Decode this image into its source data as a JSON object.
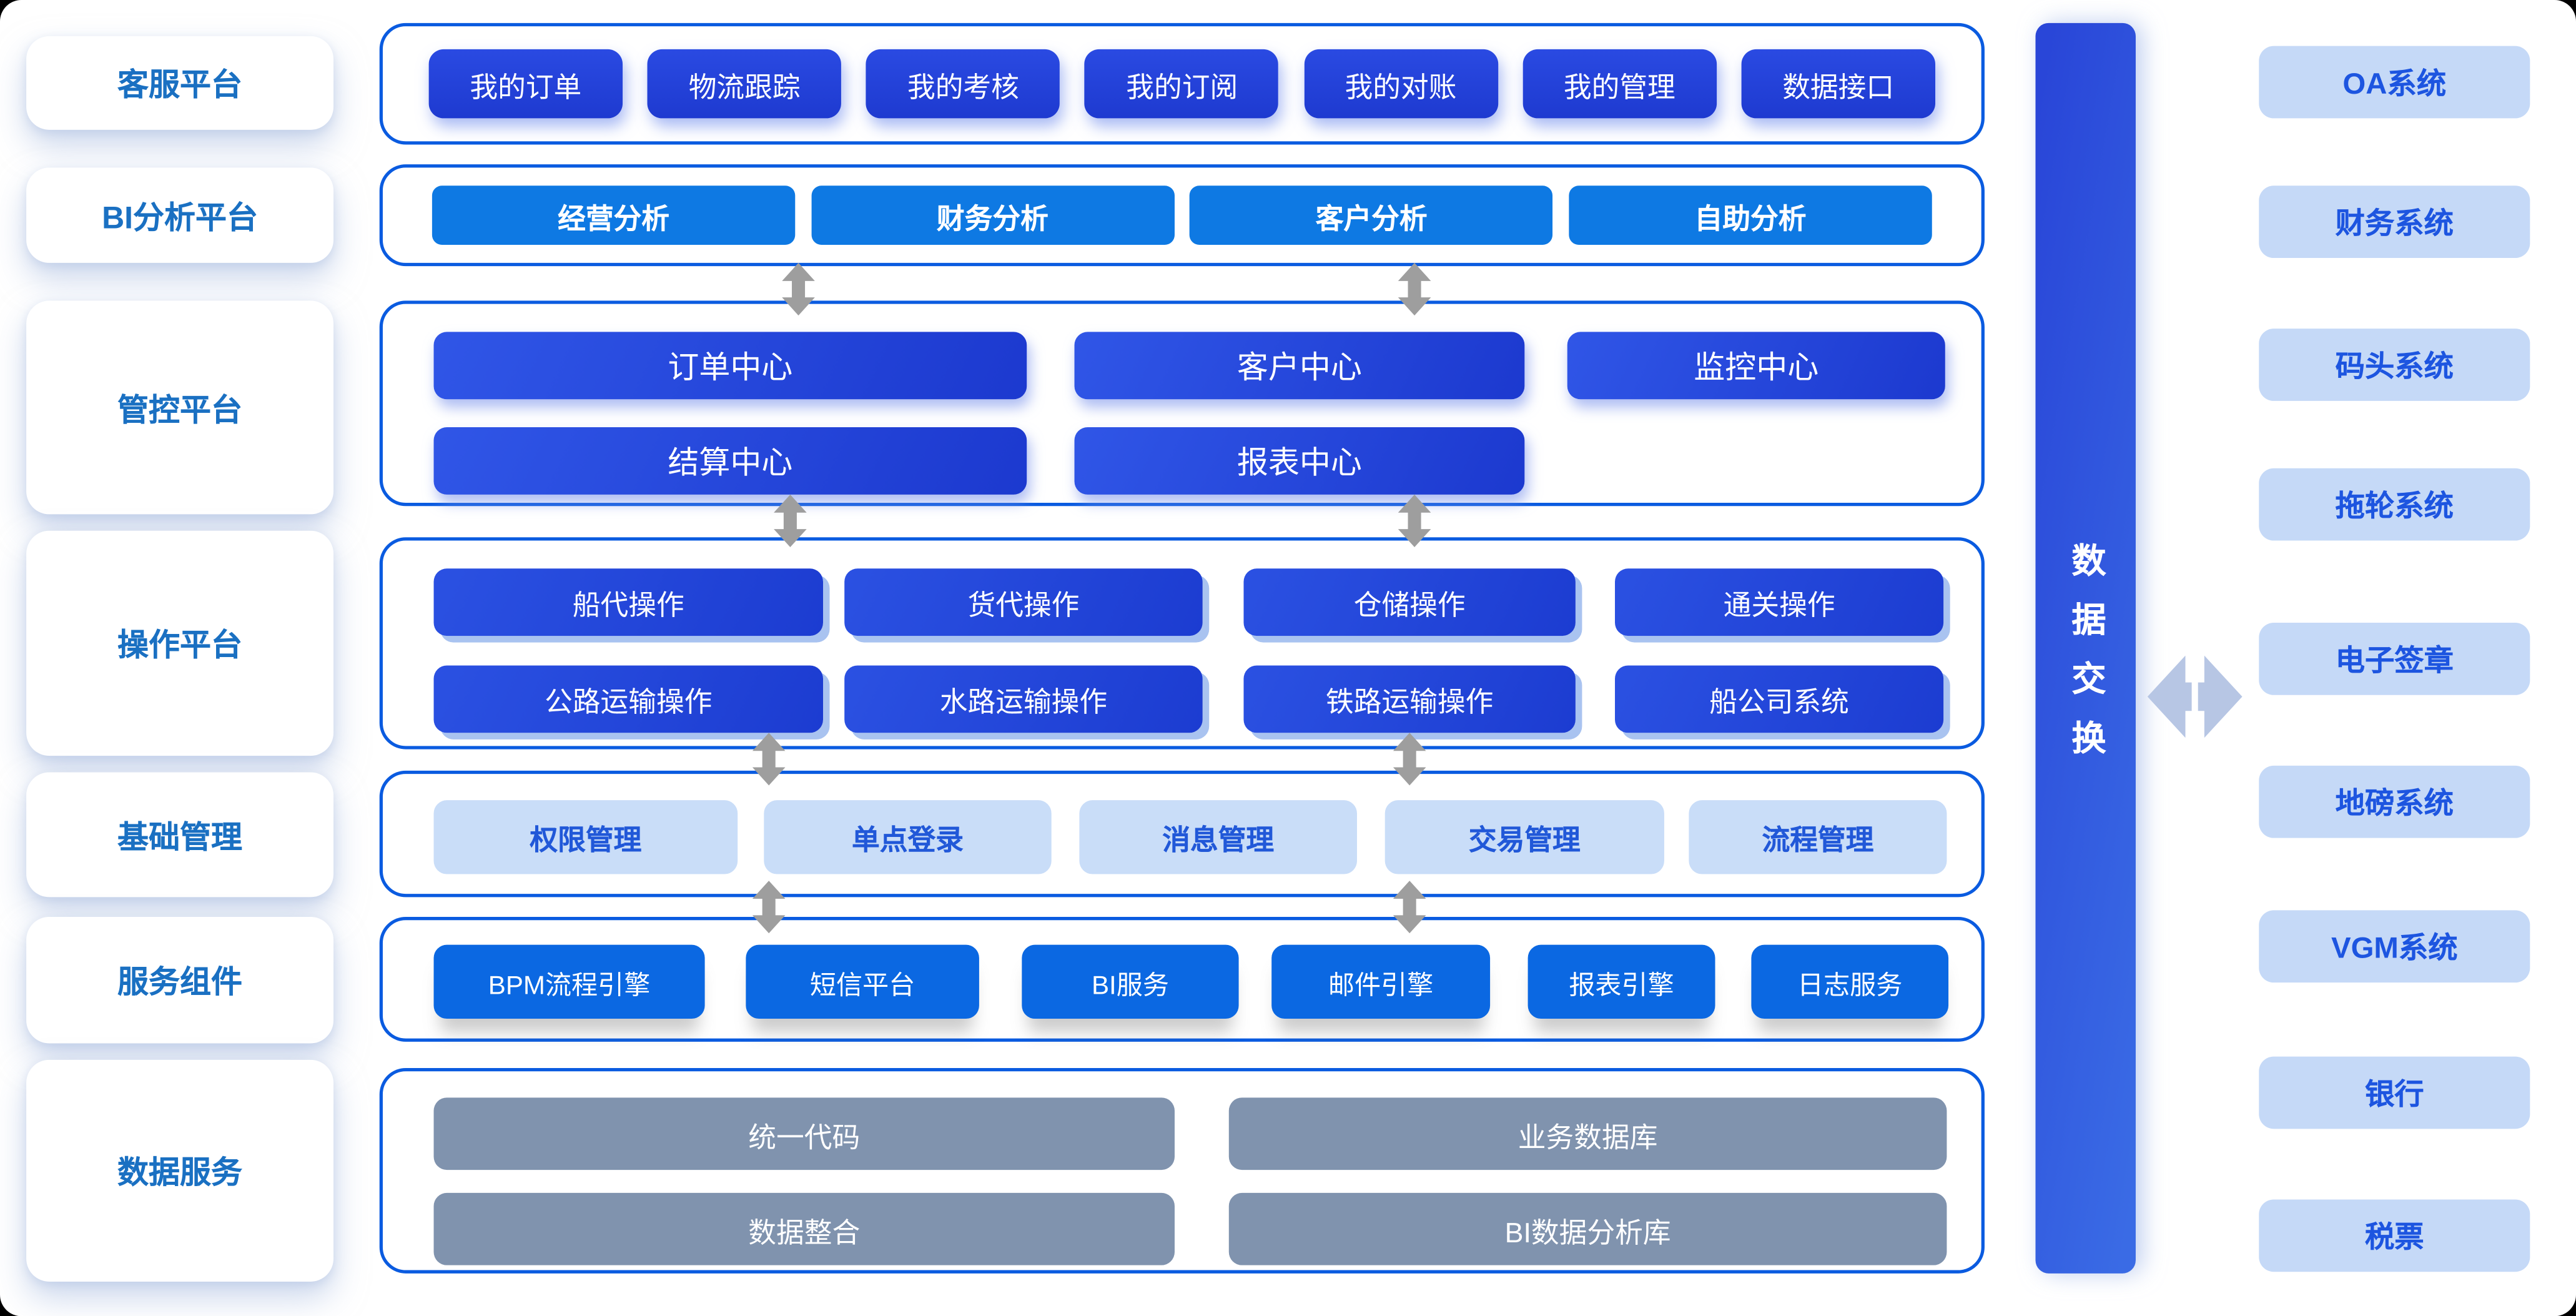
{
  "sidebar": {
    "items": [
      "客服平台",
      "BI分析平台",
      "管控平台",
      "操作平台",
      "基础管理",
      "服务组件",
      "数据服务"
    ]
  },
  "panel": {
    "customer": {
      "buttons": [
        "我的订单",
        "物流跟踪",
        "我的考核",
        "我的订阅",
        "我的对账",
        "我的管理",
        "数据接口"
      ]
    },
    "bi": {
      "buttons": [
        "经营分析",
        "财务分析",
        "客户分析",
        "自助分析"
      ]
    },
    "control": {
      "buttons": [
        "订单中心",
        "客户中心",
        "监控中心",
        "结算中心",
        "报表中心"
      ]
    },
    "operation": {
      "buttons": [
        "船代操作",
        "货代操作",
        "仓储操作",
        "通关操作",
        "公路运输操作",
        "水路运输操作",
        "铁路运输操作",
        "船公司系统"
      ]
    },
    "base": {
      "buttons": [
        "权限管理",
        "单点登录",
        "消息管理",
        "交易管理",
        "流程管理"
      ]
    },
    "service": {
      "buttons": [
        "BPM流程引擎",
        "短信平台",
        "BI服务",
        "邮件引擎",
        "报表引擎",
        "日志服务"
      ]
    },
    "data": {
      "buttons": [
        "统一代码",
        "业务数据库",
        "数据整合",
        "BI数据分析库"
      ]
    }
  },
  "exchange": {
    "label": "数据交换"
  },
  "external": {
    "items": [
      "OA系统",
      "财务系统",
      "码头系统",
      "拖轮系统",
      "电子签章",
      "地磅系统",
      "VGM系统",
      "银行",
      "税票"
    ]
  },
  "colors": {
    "frame_border": "#0a5be0",
    "royal_blue": "#1e3ad0",
    "azure": "#0e79e3",
    "light_chip_bg": "#c9ddf8",
    "chip_text": "#2158d8",
    "slate_gray": "#8093ae",
    "external_bg": "#c5d9f7",
    "external_text": "#1d55e0",
    "sidebar_text": "#1a70c2",
    "arrow_gray": "#9e9e9e",
    "exchange_arrow": "#b7c6e4"
  }
}
